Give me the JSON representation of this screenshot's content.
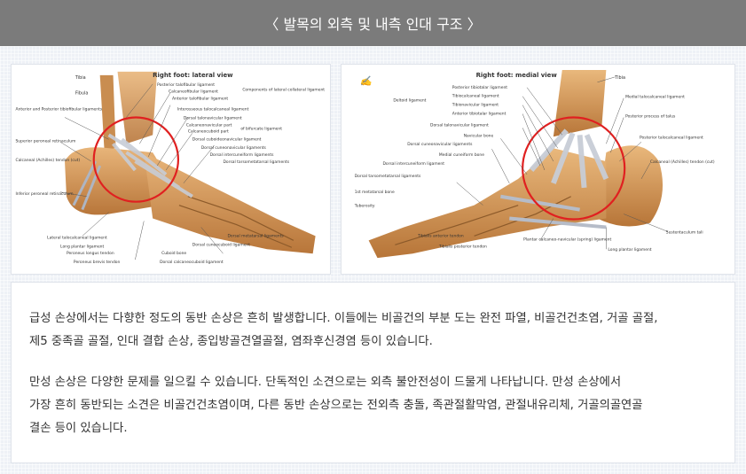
{
  "header": {
    "title": "〈 발목의 외측 및 내측 인대 구조 〉",
    "background_color": "#7b7b7b"
  },
  "lateral_view": {
    "title": "Right foot: lateral view",
    "labels": {
      "tibia": "Tibia",
      "fibula": "Fibula",
      "anterior_posterior_tibiofibular": "Anterior and Posterior tibiofibular ligaments",
      "superior_peroneal_retinaculum": "Superior peroneal retinaculum",
      "calcaneal_achilles_tendon": "Calcaneal (Achilles) tendon (cut)",
      "inferior_peroneal_retinaculum": "Inferior peroneal retinaculum",
      "posterior_talofibular": "Posterior talofibular ligament",
      "calcaneofibular": "Calcaneofibular ligament",
      "anterior_talofibular": "Anterior talofibular ligament",
      "components_lateral_collateral": "Components of lateral collateral ligament",
      "interosseous_talocalcaneal": "Interosseous talocalcaneal ligament",
      "dorsal_talonavicular": "Dorsal talonavicular ligament",
      "calcaneonavicular_part": "Calcaneonavicular part",
      "calcaneocuboid_part": "Calcaneocuboid part",
      "bifurcate_ligament": "of bifurcate ligament",
      "dorsal_cuboideonavicular": "Dorsal cuboideonavicular ligament",
      "dorsal_cuneonavicular": "Dorsal cuneonavicular ligaments",
      "dorsal_intercuneiform": "Dorsal intercuneiform ligaments",
      "dorsal_tarsometatarsal": "Dorsal tarsometatarsal ligaments",
      "lateral_talocalcaneal": "Lateral talocalcaneal ligament",
      "long_plantar": "Long plantar ligament",
      "peroneus_longus": "Peroneus longus tendon",
      "peroneus_brevis": "Peroneus brevis tendon",
      "cuboid_bone": "Cuboid bone",
      "dorsal_calcaneocuboid": "Dorsal calcaneocuboid ligament",
      "dorsal_cuneocuboid": "Dorsal cuneocuboid ligament",
      "dorsal_metatarsal": "Dorsal metatarsal ligaments"
    }
  },
  "medial_view": {
    "title": "Right foot: medial view",
    "labels": {
      "posterior_tibiotalar": "Posterior tibiotalar ligament",
      "tibiocalcaneal": "Tibiocalcaneal ligament",
      "tibionavicular": "Tibionavicular ligament",
      "anterior_tibiotalar": "Anterior tibiotalar ligament",
      "deltoid": "Deltoid ligament",
      "dorsal_talonavicular": "Dorsal talonavicular ligament",
      "navicular_bone": "Navicular bone",
      "dorsal_cuneonavicular": "Dorsal cuneonavicular ligaments",
      "medial_cuneiform": "Medial cuneiform bone",
      "dorsal_intercuneiform": "Dorsal intercuneiform ligament",
      "dorsal_tarsometatarsal": "Dorsal tarsometatarsal ligaments",
      "first_metatarsal": "1st metatarsal bone",
      "tuberosity": "Tuberosity",
      "tibialis_anterior": "Tibialis anterior tendon",
      "tibialis_posterior": "Tibialis posterior tendon",
      "plantar_calcaneonavicular": "Plantar calcaneo-navicular (spring) ligament",
      "long_plantar": "Long plantar ligament",
      "tibia": "Tibia",
      "medial_talocalcaneal": "Medial talocalcaneal ligament",
      "posterior_process_talus": "Posterior process of talus",
      "posterior_talocalcaneal": "Posterior talocalcaneal ligament",
      "calcaneal_achilles": "Calcaneal (Achilles) tendon (cut)",
      "sustentaculum_tali": "Sustentaculum tali"
    }
  },
  "description": {
    "paragraph_1": "급성 손상에서는 다향한 정도의 동반 손상은 흔히 발생합니다. 이들에는 비골건의 부분 도는 완전 파열, 비골건건초염, 거골 골절,\n제5 중족골 골절, 인대 결합 손상, 종입방골견열골절, 염좌후신경염 등이 있습니다.",
    "paragraph_2": "만성 손상은 다양한 문제를 일으킬 수 있습니다. 단독적인 소견으로는 외측 불안전성이 드물게 나타납니다. 만성 손상에서\n가장 흔히 동반되는 소견은 비골건건초염이며, 다른 동반 손상으로는 전외측 충돌, 족관절활막염, 관절내유리체, 거골의골연골\n결손 등이 있습니다."
  },
  "colors": {
    "highlight_circle": "#e02020",
    "bone": "#d49a5a",
    "ligament": "#c7ccd6"
  }
}
